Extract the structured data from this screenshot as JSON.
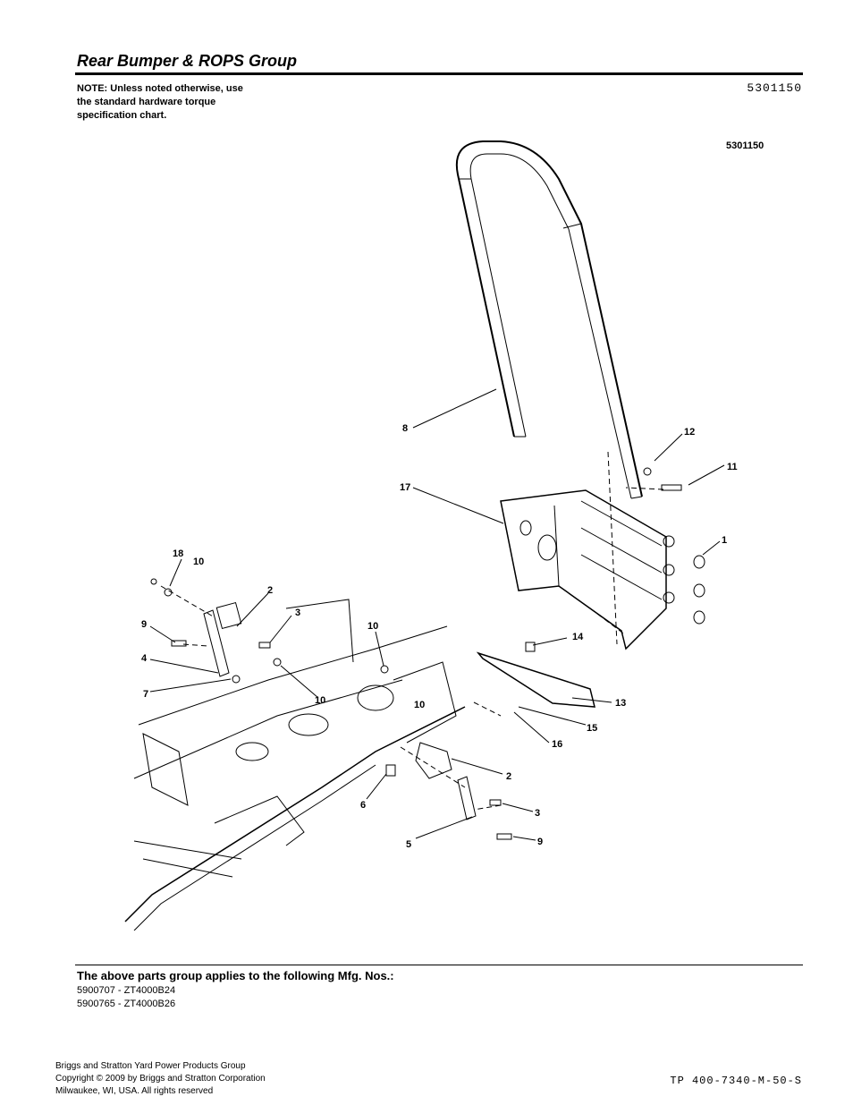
{
  "header": {
    "title": "Rear Bumper & ROPS Group",
    "note_line1": "NOTE: Unless noted otherwise, use",
    "note_line2": "the standard hardware torque",
    "note_line3": "specification chart.",
    "doc_number": "5301150"
  },
  "diagram": {
    "label": "5301150",
    "callouts": [
      "1",
      "2",
      "3",
      "4",
      "5",
      "6",
      "7",
      "8",
      "9",
      "10",
      "11",
      "12",
      "13",
      "14",
      "15",
      "16",
      "17",
      "18"
    ]
  },
  "footer_block": {
    "applies_heading": "The above parts group applies to the following Mfg. Nos.:",
    "mfg_numbers": [
      "5900707 - ZT4000B24",
      "5900765 - ZT4000B26"
    ]
  },
  "footer": {
    "company_line1": "Briggs and Stratton Yard Power Products Group",
    "company_line2": "Copyright ©  2009 by Briggs and Stratton Corporation",
    "company_line3": "Milwaukee, WI, USA. All rights reserved",
    "doc_code": "TP 400-7340-M-50-S"
  }
}
